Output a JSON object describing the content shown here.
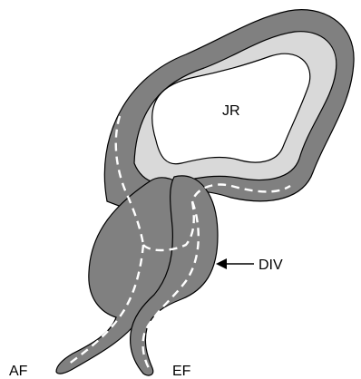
{
  "labels": {
    "jr": "JR",
    "div": "DIV",
    "af": "AF",
    "ef": "EF"
  },
  "colors": {
    "wall": "#808080",
    "lumen_fill": "#d9d9d9",
    "stroke": "#000000",
    "dash": "#ffffff",
    "background": "#ffffff"
  }
}
